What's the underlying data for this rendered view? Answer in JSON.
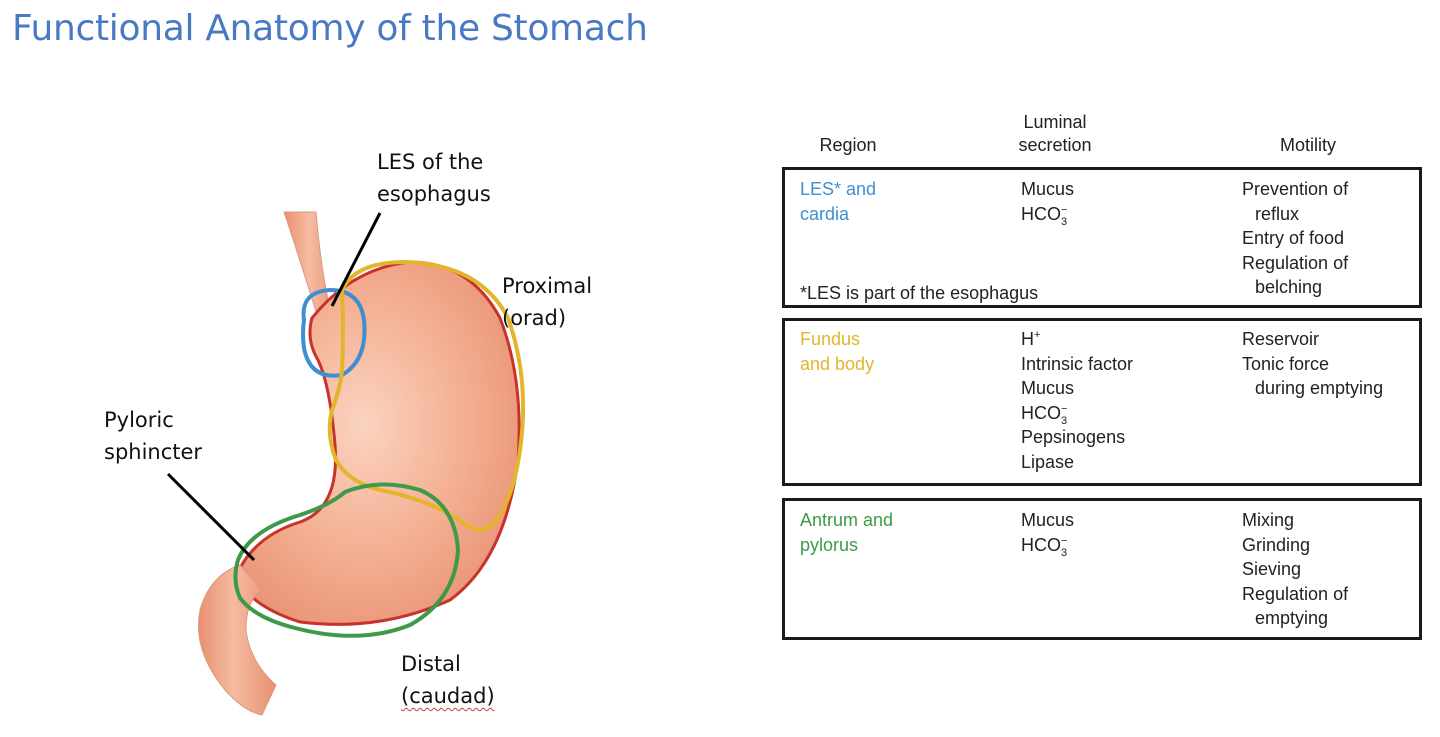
{
  "title": "Functional Anatomy of the Stomach",
  "diagram": {
    "labels": {
      "les_line1": "LES of the",
      "les_line2": "esophagus",
      "proximal_line1": "Proximal",
      "proximal_line2": "(orad)",
      "pyloric_line1": "Pyloric",
      "pyloric_line2": "sphincter",
      "distal_line1": "Distal",
      "distal_line2": "(caudad)"
    },
    "colors": {
      "stomach_fill": "#f2a98b",
      "stomach_outline": "#c8322c",
      "les_outline": "#3f8fd0",
      "proximal_outline": "#e2b52a",
      "distal_outline": "#3e9a48"
    }
  },
  "table": {
    "headers": {
      "region": "Region",
      "secretion_line1": "Luminal",
      "secretion_line2": "secretion",
      "motility": "Motility"
    },
    "rows": [
      {
        "region": [
          "LES* and",
          "cardia"
        ],
        "secretion": [
          "Mucus",
          "HCO3−"
        ],
        "motility": [
          "Prevention of",
          "reflux",
          "Entry of food",
          "Regulation of",
          "belching"
        ],
        "note": "*LES is part of the esophagus"
      },
      {
        "region": [
          "Fundus",
          "and body"
        ],
        "secretion": [
          "H+",
          "Intrinsic factor",
          "Mucus",
          "HCO3−",
          "Pepsinogens",
          "Lipase"
        ],
        "motility": [
          "Reservoir",
          "Tonic force",
          "during emptying"
        ]
      },
      {
        "region": [
          "Antrum and",
          "pylorus"
        ],
        "secretion": [
          "Mucus",
          "HCO3−"
        ],
        "motility": [
          "Mixing",
          "Grinding",
          "Sieving",
          "Regulation of",
          "emptying"
        ]
      }
    ]
  }
}
